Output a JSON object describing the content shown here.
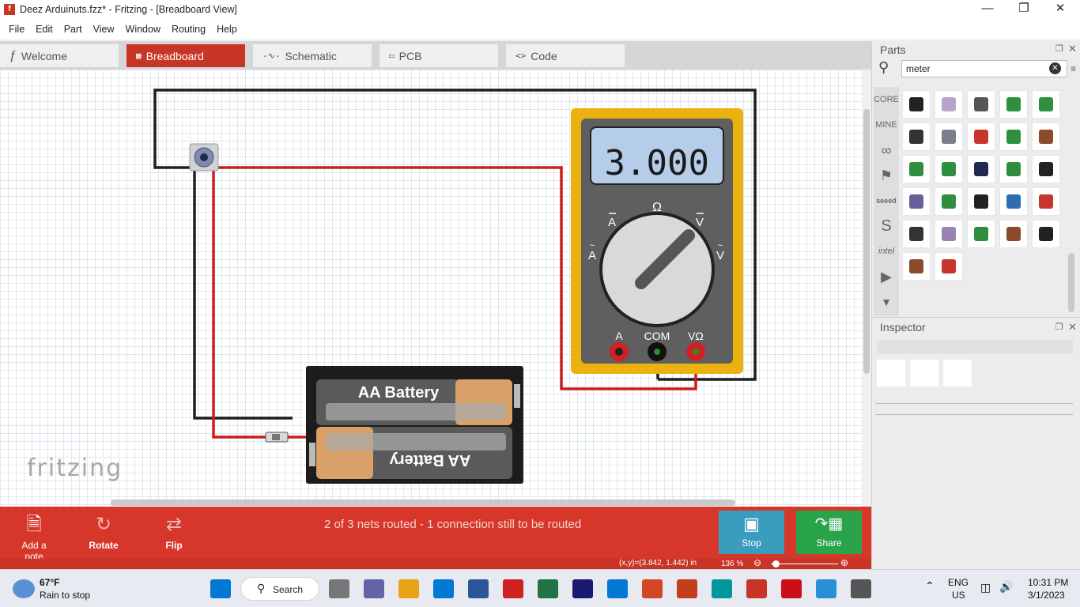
{
  "window": {
    "title": "Deez Arduinuts.fzz* - Fritzing - [Breadboard View]",
    "app_icon": "fritzing-f-icon",
    "controls": [
      "minimize-icon",
      "restore-icon",
      "close-icon"
    ]
  },
  "menu": [
    "File",
    "Edit",
    "Part",
    "View",
    "Window",
    "Routing",
    "Help"
  ],
  "tabs": [
    {
      "label": "Welcome",
      "icon": "fritzing-icon",
      "active": false
    },
    {
      "label": "Breadboard",
      "icon": "breadboard-icon",
      "active": true
    },
    {
      "label": "Schematic",
      "icon": "resistor-icon",
      "active": false
    },
    {
      "label": "PCB",
      "icon": "pcb-icon",
      "active": false
    },
    {
      "label": "Code",
      "icon": "code-icon",
      "active": false
    }
  ],
  "canvas": {
    "watermark": "fritzing",
    "multimeter": {
      "display": "3.000",
      "dial_labels": {
        "ohm": "Ω",
        "dc_a": "A",
        "dc_v": "V",
        "ac_a": "A",
        "ac_v": "V"
      },
      "jacks": [
        "A",
        "COM",
        "VΩ"
      ]
    },
    "battery": {
      "label_top": "AA Battery",
      "label_bottom": "AA Battery"
    },
    "wire_colors": {
      "black": "#1f1f1f",
      "red": "#cc1c1c"
    }
  },
  "toolbar": {
    "add_note": "Add a note",
    "rotate": "Rotate",
    "flip": "Flip",
    "stop": "Stop",
    "share": "Share"
  },
  "status": {
    "routing": "2 of 3 nets routed - 1 connection still to be routed",
    "coords": "(x,y)=(3.842, 1.442) in",
    "zoom": "136 %"
  },
  "parts": {
    "title": "Parts",
    "search_value": "meter",
    "bins": [
      "CORE",
      "MINE",
      "arduino-icon",
      "parallax-icon",
      "seeed",
      "sparkfun-icon",
      "intel",
      "play-icon",
      "more-icon"
    ],
    "item_count": 27
  },
  "inspector": {
    "title": "Inspector"
  },
  "taskbar": {
    "weather_temp": "67°F",
    "weather_desc": "Rain to stop",
    "search": "Search",
    "lang": "ENG",
    "region": "US",
    "time": "10:31 PM",
    "date": "3/1/2023",
    "apps": [
      "windows-start-icon",
      "task-view-icon",
      "teams-icon",
      "file-explorer-icon",
      "store-icon",
      "word-icon",
      "infor-icon",
      "excel-icon",
      "opera-gx-icon",
      "outlook-icon",
      "powerpoint-icon",
      "snipping-icon",
      "arduino-ide-icon",
      "fritzing-icon",
      "opera-icon",
      "vm-icon",
      "settings-icon"
    ]
  },
  "colors": {
    "accent": "#c83426",
    "toolbar_red": "#d7362b",
    "stop_blue": "#3a9dbd",
    "share_green": "#2aa44a"
  }
}
